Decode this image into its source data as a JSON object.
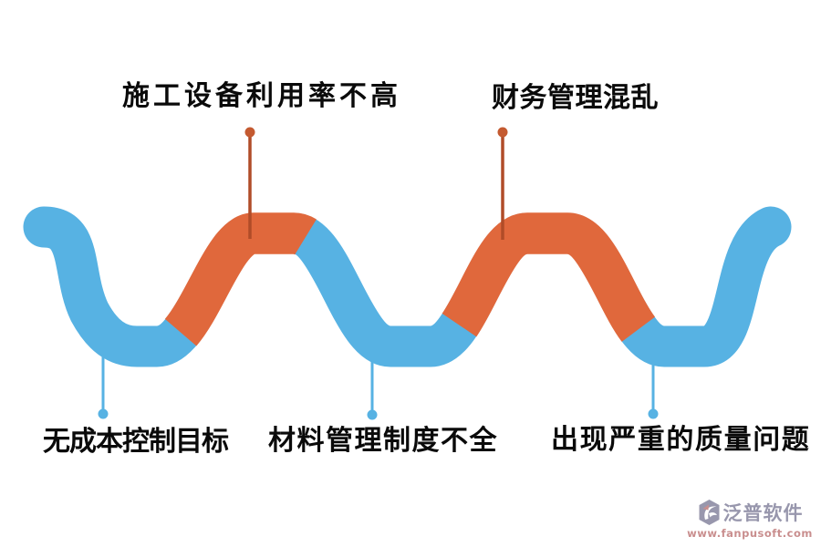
{
  "diagram": {
    "top_labels": [
      {
        "text": "施工设备利用率不高"
      },
      {
        "text": "财务管理混乱"
      }
    ],
    "bottom_labels": [
      {
        "text": "无成本控制目标"
      },
      {
        "text": "材料管理制度不全"
      },
      {
        "text": "出现严重的质量问题"
      }
    ]
  },
  "colors": {
    "wave_blue": "#57B2E3",
    "wave_orange": "#E0683C",
    "leader_orange_line": "#B04C28",
    "leader_orange_dot": "#C45A30",
    "leader_blue": "#57B2E3",
    "label_text": "#0a0a0a",
    "logo_text": "#9897AD",
    "logo_url": "#C98E8E",
    "logo_badge": "#9897AD",
    "logo_accent": "#C98E8E"
  },
  "logo": {
    "name": "泛普软件",
    "url": "www.fanpusoft.com"
  }
}
